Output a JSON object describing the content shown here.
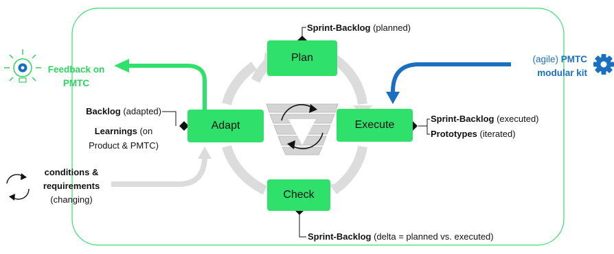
{
  "phases": {
    "plan": "Plan",
    "execute": "Execute",
    "check": "Check",
    "adapt": "Adapt"
  },
  "plan_note": {
    "bold": "Sprint-Backlog",
    "rest": " (planned)"
  },
  "execute_notes": [
    {
      "bold": "Sprint-Backlog",
      "rest": " (executed)"
    },
    {
      "bold": "Prototypes",
      "rest": " (iterated)"
    }
  ],
  "check_note": {
    "bold": "Sprint-Backlog",
    "rest": " (delta = planned vs. executed)"
  },
  "adapt_notes": {
    "line1_bold": "Backlog",
    "line1_rest": " (adapted)",
    "line2_bold": "Learnings",
    "line2_rest": " (on",
    "line3": "Product & PMTC)"
  },
  "feedback": {
    "line1": "Feedback on",
    "line2": "PMTC"
  },
  "kit": {
    "prefix": "(agile) ",
    "bold1": "PMTC",
    "bold2": "modular kit"
  },
  "conditions": {
    "line1": "conditions &",
    "line2": "requirements",
    "line3": "(changing)"
  },
  "icons": [
    "lightbulb-gear-icon",
    "gear-icon",
    "cycle-arrows-icon",
    "iteration-funnel-icon"
  ],
  "colors": {
    "green": "#2fe06a",
    "green_text": "#2fd35f",
    "blue": "#1a6fc0",
    "grey_arrow": "#d9d9d9"
  }
}
